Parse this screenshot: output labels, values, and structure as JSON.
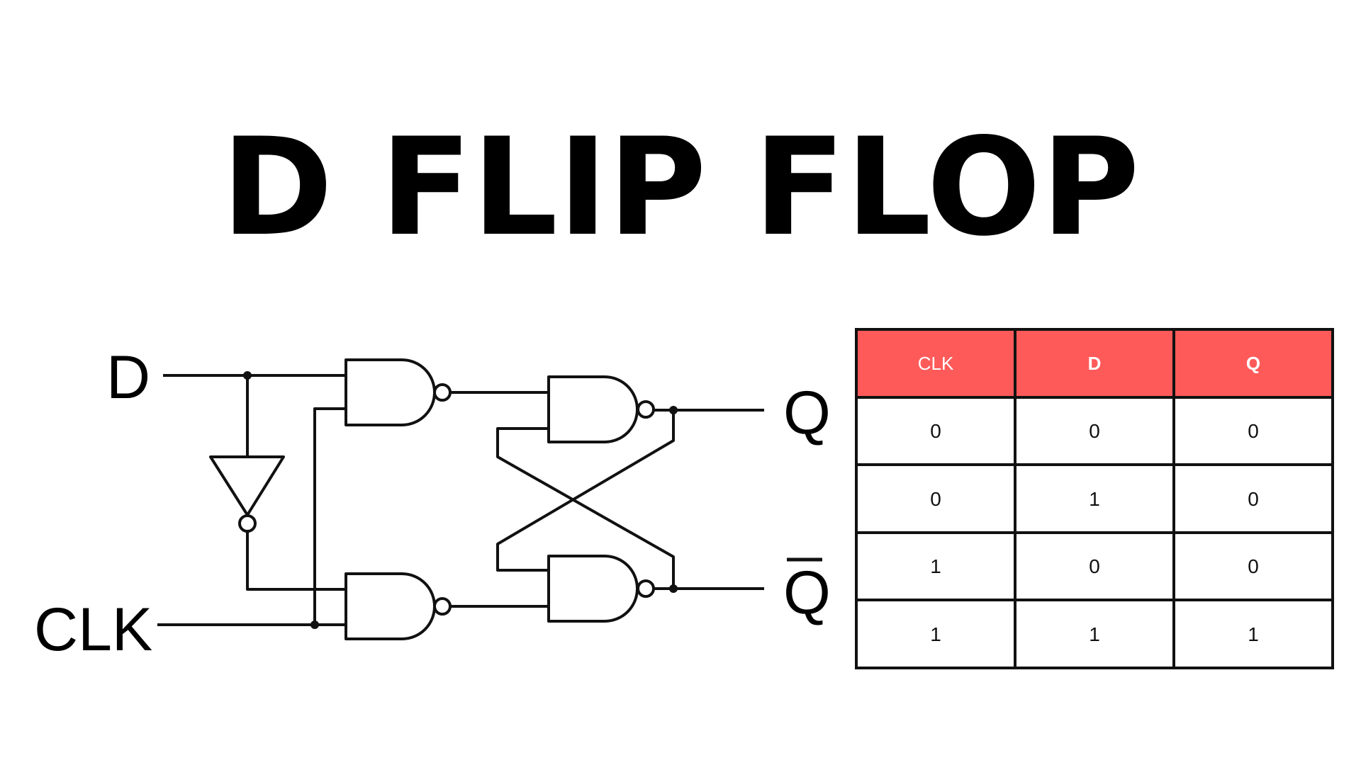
{
  "title": "D FLIP FLOP",
  "circuit": {
    "inputs": [
      "D",
      "CLK"
    ],
    "outputs": [
      "Q",
      "Q"
    ],
    "output_bar_on": "Q-bar",
    "gates": [
      "NAND",
      "NAND",
      "NAND",
      "NAND",
      "NOT"
    ]
  },
  "truth_table": {
    "header_color": "#FF5A5A",
    "headers": [
      "CLK",
      "D",
      "Q"
    ],
    "header_bold": [
      false,
      true,
      true
    ],
    "rows": [
      [
        "0",
        "0",
        "0"
      ],
      [
        "0",
        "1",
        "0"
      ],
      [
        "1",
        "0",
        "0"
      ],
      [
        "1",
        "1",
        "1"
      ]
    ]
  }
}
